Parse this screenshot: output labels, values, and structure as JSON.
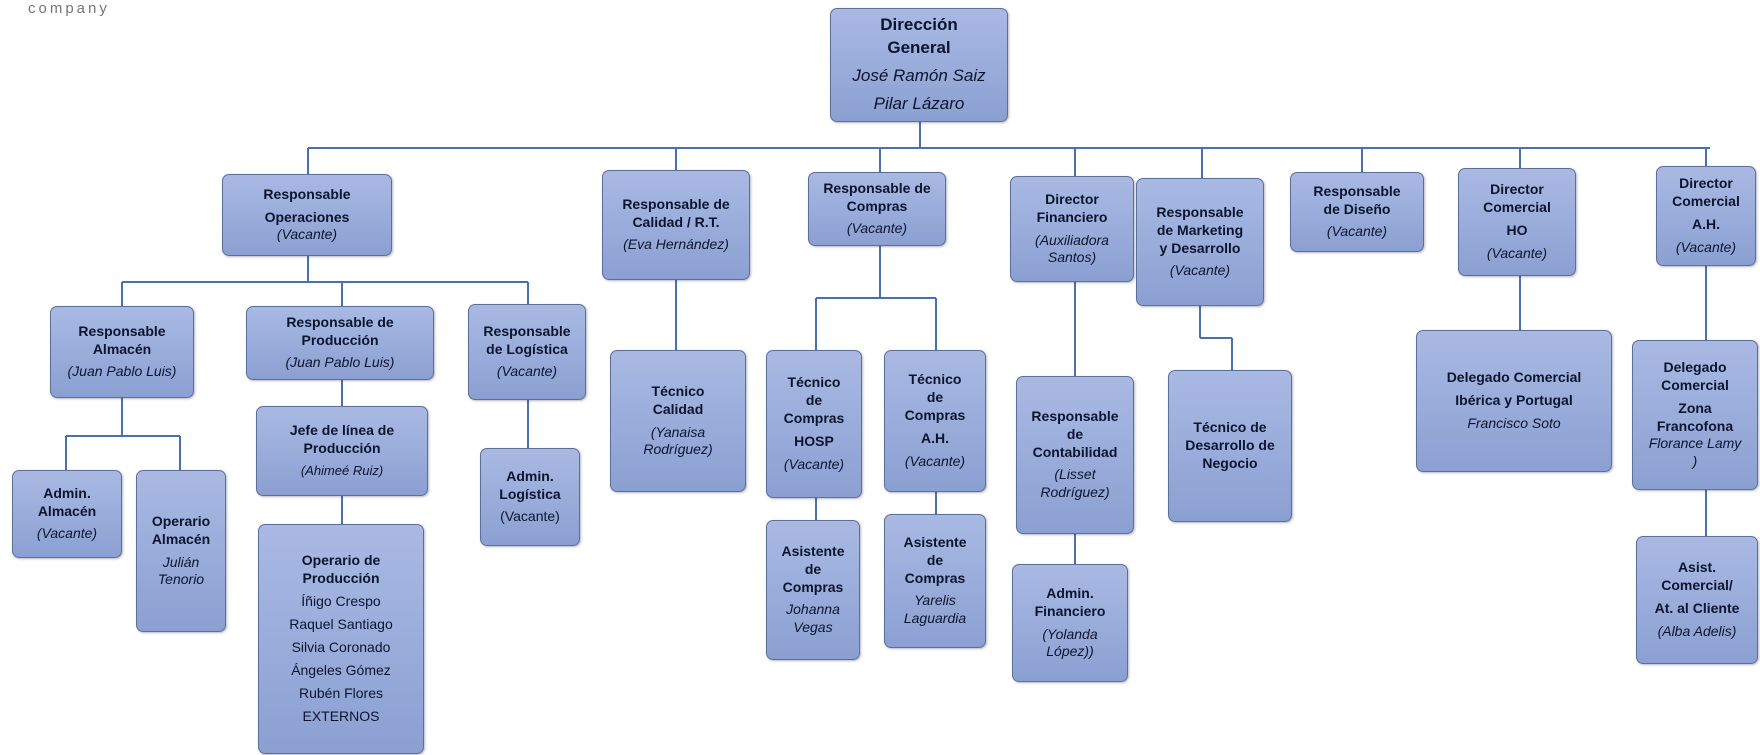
{
  "logo": {
    "text": "company",
    "accent_color": "#d64545"
  },
  "colors": {
    "node_fill_top": "#a9b9e3",
    "node_fill_bottom": "#8ba0d2",
    "connector": "#4a70b0"
  },
  "nodes": {
    "root": [
      "Dirección",
      "General",
      "José Ramón Saiz",
      "Pilar Lázaro"
    ],
    "ops": [
      "Responsable",
      "Operaciones",
      "(Vacante)"
    ],
    "alm": [
      "Responsable",
      "Almacén",
      "(Juan Pablo Luis)"
    ],
    "admalm": [
      "Admin.",
      "Almacén",
      "(Vacante)"
    ],
    "opalm": [
      "Operario",
      "Almacén",
      "Julián",
      "Tenorio"
    ],
    "prod": [
      "Responsable de",
      "Producción",
      "(Juan Pablo Luis)"
    ],
    "jefe": [
      "Jefe de línea de",
      "Producción",
      "(Ahimeé Ruiz)"
    ],
    "opprod": [
      "Operario de",
      "Producción",
      "Íñigo Crespo",
      "Raquel Santiago",
      "Silvia Coronado",
      "Ángeles Gómez",
      "Rubén Flores",
      "EXTERNOS"
    ],
    "log": [
      "Responsable",
      "de Logística",
      "(Vacante)"
    ],
    "admlog": [
      "Admin.",
      "Logística",
      "(Vacante)"
    ],
    "cal": [
      "Responsable de",
      "Calidad / R.T.",
      "(Eva Hernández)"
    ],
    "tcal": [
      "Técnico",
      "Calidad",
      "(Yanaisa",
      "Rodríguez)"
    ],
    "comp": [
      "Responsable de",
      "Compras",
      "(Vacante)"
    ],
    "tch": [
      "Técnico",
      "de",
      "Compras",
      "HOSP",
      "(Vacante)"
    ],
    "tca": [
      "Técnico",
      "de",
      "Compras",
      "A.H.",
      "(Vacante)"
    ],
    "ac1": [
      "Asistente",
      "de",
      "Compras",
      "Johanna",
      "Vegas"
    ],
    "ac2": [
      "Asistente",
      "de",
      "Compras",
      "Yarelis",
      "Laguardia"
    ],
    "fin": [
      "Director",
      "Financiero",
      "(Auxiliadora",
      "Santos)"
    ],
    "cont": [
      "Responsable",
      "de",
      "Contabilidad",
      "(Lisset",
      "Rodríguez)"
    ],
    "admfin": [
      "Admin.",
      "Financiero",
      "(Yolanda",
      "López))"
    ],
    "mkt": [
      "Responsable",
      "de Marketing",
      "y Desarrollo",
      "(Vacante)"
    ],
    "tdn": [
      "Técnico de",
      "Desarrollo de",
      "Negocio"
    ],
    "dis": [
      "Responsable",
      "de Diseño",
      "(Vacante)"
    ],
    "dcho": [
      "Director",
      "Comercial",
      "HO",
      "(Vacante)"
    ],
    "del1": [
      "Delegado Comercial",
      "Ibérica y Portugal",
      "Francisco Soto"
    ],
    "dcah": [
      "Director",
      "Comercial",
      "A.H.",
      "(Vacante)"
    ],
    "del2": [
      "Delegado",
      "Comercial",
      "Zona",
      "Francofona",
      "Florance Lamy",
      ")"
    ],
    "asis": [
      "Asist.",
      "Comercial/",
      "At. al Cliente",
      "(Alba Adelis)"
    ]
  }
}
